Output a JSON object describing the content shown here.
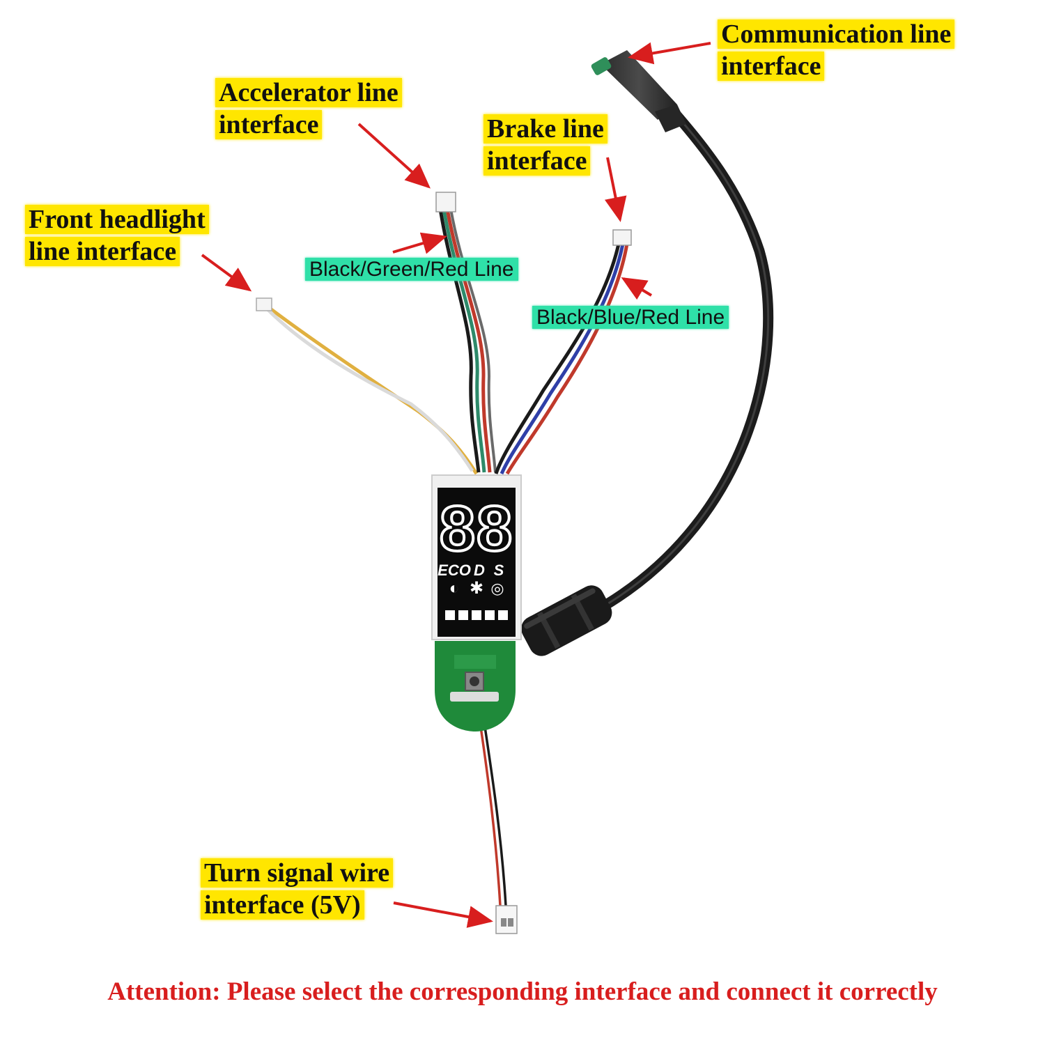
{
  "labels": {
    "communication": "Communication line interface",
    "accelerator": "Accelerator line interface",
    "brake": "Brake line interface",
    "headlight": "Front headlight line interface",
    "turn_signal": "Turn signal wire interface (5V)"
  },
  "color_labels": {
    "accelerator_wires": "Black/Green/Red Line",
    "brake_wires": "Black/Blue/Red Line"
  },
  "display": {
    "digits": "88",
    "modes": [
      "ECO",
      "D",
      "S"
    ],
    "battery_segments": 5
  },
  "note": "Attention: Please select the corresponding interface and connect it correctly",
  "colors": {
    "label_highlight": "#ffe600",
    "wire_label_highlight": "#2fe0a8",
    "arrow": "#d81e1e",
    "pcb": "#1f8a3a",
    "cable": "#1c1c1c"
  }
}
